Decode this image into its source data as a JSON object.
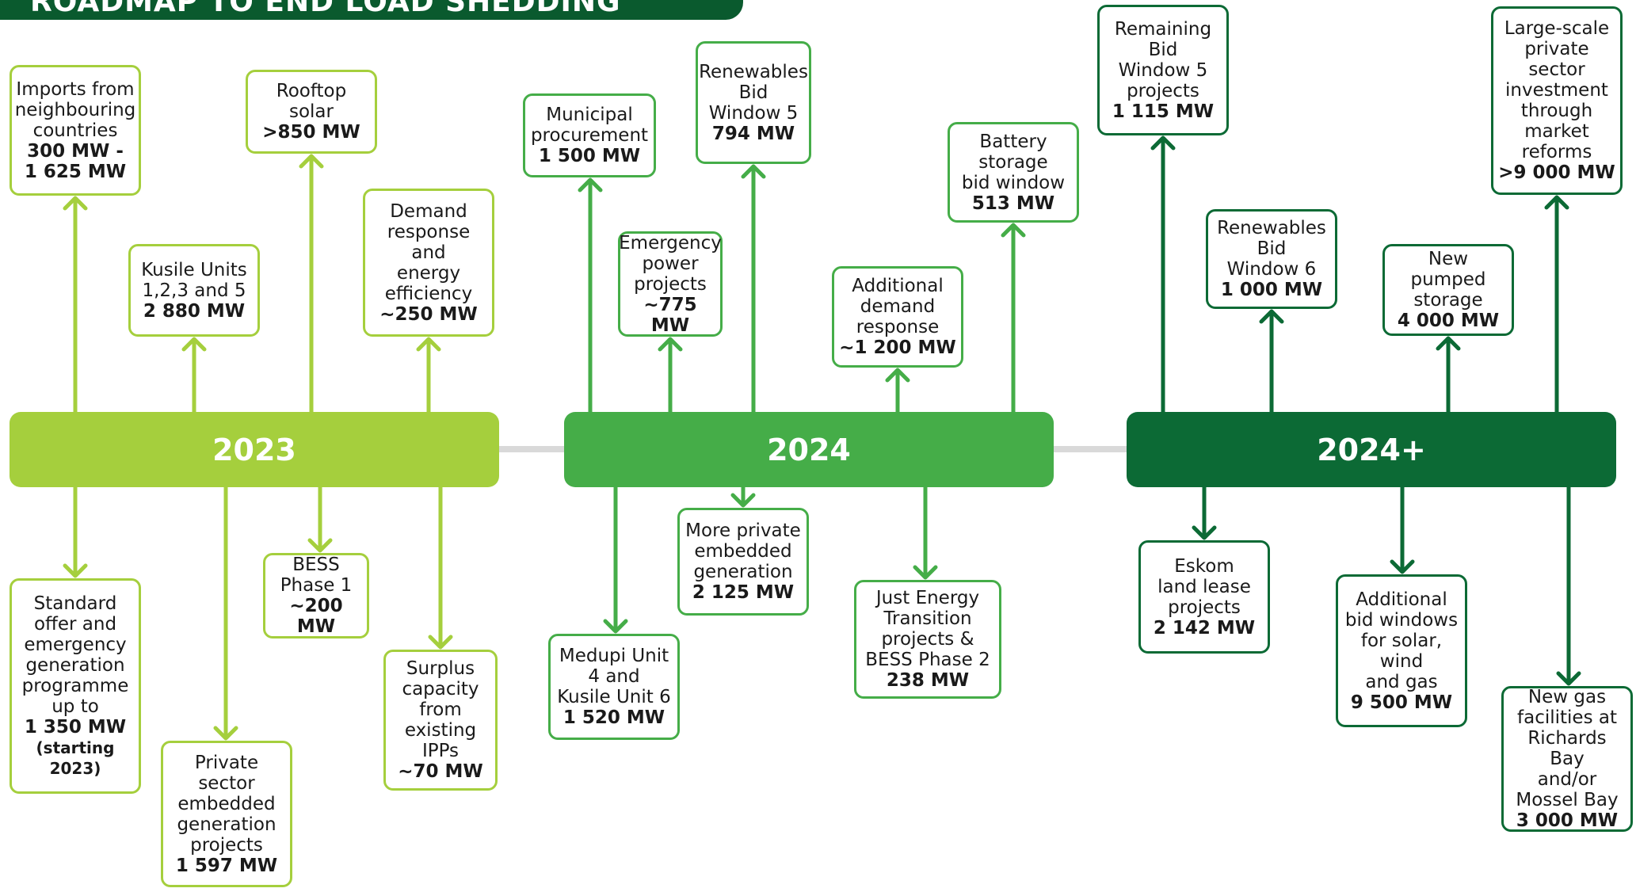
{
  "title": "ROADMAP TO END LOAD SHEDDING",
  "colors": {
    "phase1": "#a5cf3d",
    "phase2": "#45ad48",
    "phase3": "#0c6a35",
    "title_bg": "#0a5a2e",
    "connector": "#d9d9d9"
  },
  "phases": [
    {
      "label": "2023"
    },
    {
      "label": "2024"
    },
    {
      "label": "2024+"
    }
  ],
  "nodes": [
    {
      "text": "Imports from\nneighbouring\ncountries",
      "value": "300 MW -\n1 625 MW",
      "phase": 1
    },
    {
      "text": "Kusile Units\n1,2,3 and 5",
      "value": "2 880 MW",
      "phase": 1
    },
    {
      "text": "Rooftop\nsolar",
      "value": ">850 MW",
      "phase": 1
    },
    {
      "text": "Demand\nresponse\nand\nenergy\nefficiency",
      "value": "~250 MW",
      "phase": 1
    },
    {
      "text": "Standard\noffer and\nemergency\ngeneration\nprogramme\nup to",
      "value": "1 350 MW",
      "note": "(starting 2023)",
      "phase": 1
    },
    {
      "text": "Private\nsector\nembedded\ngeneration\nprojects",
      "value": "1 597 MW",
      "phase": 1
    },
    {
      "text": "BESS\nPhase 1",
      "value": "~200 MW",
      "phase": 1
    },
    {
      "text": "Surplus\ncapacity\nfrom\nexisting\nIPPs",
      "value": "~70 MW",
      "phase": 1
    },
    {
      "text": "Municipal\nprocurement",
      "value": "1 500 MW",
      "phase": 2
    },
    {
      "text": "Emergency\npower\nprojects",
      "value": "~775 MW",
      "phase": 2
    },
    {
      "text": "Renewables\nBid\nWindow 5",
      "value": "794 MW",
      "phase": 2
    },
    {
      "text": "Additional\ndemand\nresponse",
      "value": "~1 200 MW",
      "phase": 2
    },
    {
      "text": "Battery\nstorage\nbid window",
      "value": "513 MW",
      "phase": 2
    },
    {
      "text": "Medupi Unit\n4 and\nKusile Unit 6",
      "value": "1 520 MW",
      "phase": 2
    },
    {
      "text": "More private\nembedded\ngeneration",
      "value": "2 125 MW",
      "phase": 2
    },
    {
      "text": "Just Energy\nTransition\nprojects &\nBESS Phase 2",
      "value": "238 MW",
      "phase": 2
    },
    {
      "text": "Remaining\nBid\nWindow 5\nprojects",
      "value": "1 115 MW",
      "phase": 3
    },
    {
      "text": "Renewables\nBid\nWindow 6",
      "value": "1 000 MW",
      "phase": 3
    },
    {
      "text": "New\npumped\nstorage",
      "value": "4 000 MW",
      "phase": 3
    },
    {
      "text": "Large-scale\nprivate\nsector\ninvestment\nthrough\nmarket\nreforms",
      "value": ">9 000 MW",
      "phase": 3
    },
    {
      "text": "Eskom\nland lease\nprojects",
      "value": "2 142 MW",
      "phase": 3
    },
    {
      "text": "Additional\nbid windows\nfor solar,\nwind\nand gas",
      "value": "9 500 MW",
      "phase": 3
    },
    {
      "text": "New gas\nfacilities at\nRichards Bay\nand/or\nMossel Bay",
      "value": "3 000 MW",
      "phase": 3
    }
  ]
}
